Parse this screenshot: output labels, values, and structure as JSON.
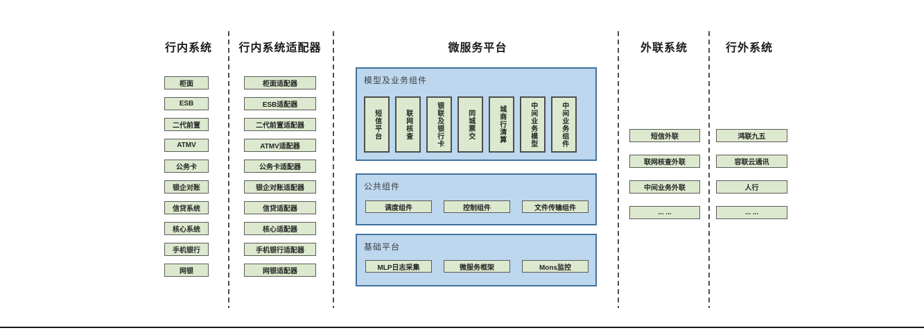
{
  "colors": {
    "green_fill": "#dce9ce",
    "green_border": "#595959",
    "blue_fill": "#bdd7ee",
    "blue_border": "#41719c",
    "header_text": "#1a1a1a",
    "box_text": "#262626"
  },
  "columns": {
    "internal": {
      "title": "行内系统",
      "items": [
        "柜面",
        "ESB",
        "二代前置",
        "ATMV",
        "公务卡",
        "银企对账",
        "信贷系统",
        "核心系统",
        "手机银行",
        "网银"
      ]
    },
    "adapters": {
      "title": "行内系统适配器",
      "items": [
        "柜面适配器",
        "ESB适配器",
        "二代前置适配器",
        "ATMV适配器",
        "公务卡适配器",
        "银企对账适配器",
        "信贷适配器",
        "核心适配器",
        "手机银行适配器",
        "网银适配器"
      ]
    },
    "platform": {
      "title": "微服务平台",
      "groups": [
        {
          "label": "模型及业务组件",
          "orientation": "vertical",
          "items": [
            "短信平台",
            "联网核查",
            "银联及银行卡",
            "同城票交",
            "城商行清算",
            "中间业务模型",
            "中间业务组件"
          ]
        },
        {
          "label": "公共组件",
          "orientation": "horizontal",
          "items": [
            "调度组件",
            "控制组件",
            "文件传输组件"
          ]
        },
        {
          "label": "基础平台",
          "orientation": "horizontal",
          "items": [
            "MLP日志采集",
            "微服务框架",
            "Mons监控"
          ]
        }
      ]
    },
    "outbound": {
      "title": "外联系统",
      "items": [
        "短信外联",
        "联网核查外联",
        "中间业务外联",
        "... ..."
      ]
    },
    "external": {
      "title": "行外系统",
      "items": [
        "鸿联九五",
        "容联云通讯",
        "人行",
        "... ..."
      ]
    }
  }
}
